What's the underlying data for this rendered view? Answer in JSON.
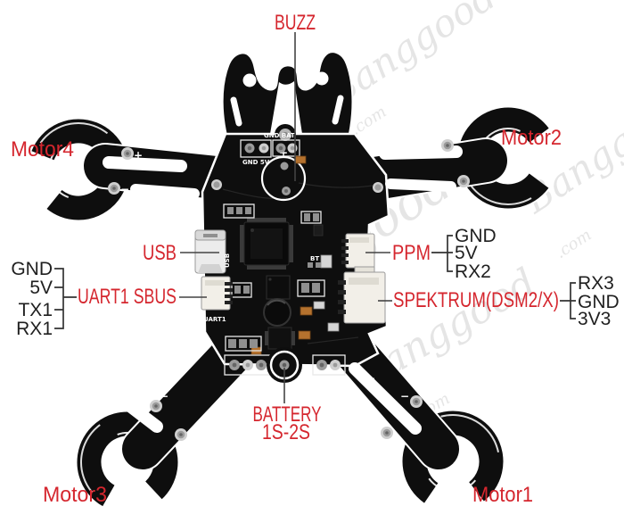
{
  "annotations": {
    "buzz": "BUZZ",
    "motor4": "Motor4",
    "motor2": "Motor2",
    "motor3": "Motor3",
    "motor1": "Motor1",
    "usb": "USB",
    "uart1_sbus": "UART1 SBUS",
    "ppm": "PPM",
    "spektrum": "SPEKTRUM(DSM2/X)",
    "battery_line1": "BATTERY",
    "battery_line2": "1S-2S"
  },
  "pins": {
    "uart1": [
      "GND",
      "5V",
      "TX1",
      "RX1"
    ],
    "ppm": [
      "GND",
      "5V",
      "RX2"
    ],
    "spektrum": [
      "RX3",
      "GND",
      "3V3"
    ]
  },
  "silkscreen": {
    "gnd_5v": "GND 5V",
    "gnd_bat": "GND BAT",
    "usb": "USB",
    "uart1": "UART1",
    "bt": "BT",
    "plus": "+",
    "minus": "−"
  },
  "watermark": {
    "word": "Banggood",
    "suffix": ".com"
  },
  "colors": {
    "label_red": "#d5262e",
    "pin_text": "#1f1f1f",
    "frame_black": "#0e0e0e",
    "board_silk": "#ffffff"
  }
}
